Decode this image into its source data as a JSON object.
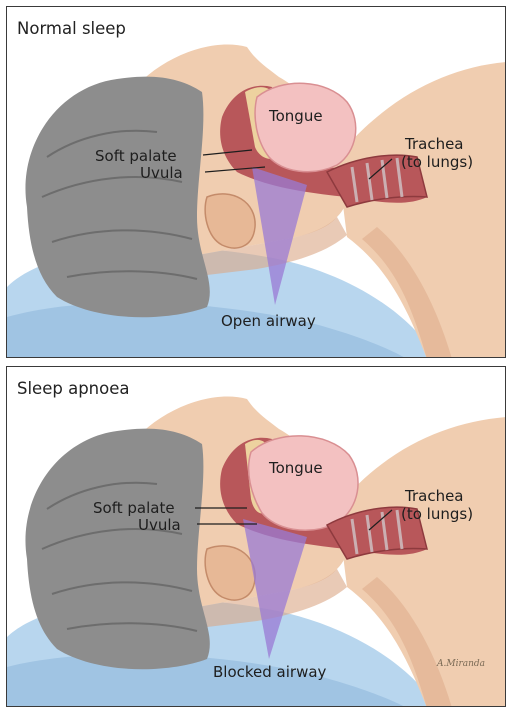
{
  "panels": [
    {
      "id": "normal",
      "title": "Normal sleep",
      "airway_state": "open",
      "labels": {
        "tongue": "Tongue",
        "soft_palate": "Soft palate",
        "uvula": "Uvula",
        "trachea": "Trachea",
        "trachea_sub": "(to lungs)",
        "airway": "Open airway"
      }
    },
    {
      "id": "apnoea",
      "title": "Sleep apnoea",
      "airway_state": "blocked",
      "labels": {
        "tongue": "Tongue",
        "soft_palate": "Soft palate",
        "uvula": "Uvula",
        "trachea": "Trachea",
        "trachea_sub": "(to lungs)",
        "airway": "Blocked airway"
      },
      "signature": "A.Miranda"
    }
  ],
  "colors": {
    "skin": "#f0cdb0",
    "skin_shadow": "#dba785",
    "hair": "#8d8d8d",
    "hair_dark": "#5f5f5f",
    "pillow": "#b8d6ee",
    "pillow_dark": "#8fb8dc",
    "tissue": "#b8575a",
    "tissue_dark": "#8e3a3e",
    "tongue": "#f3c1c1",
    "airway": "#9a7ad4",
    "palate": "#f3e0a6"
  }
}
